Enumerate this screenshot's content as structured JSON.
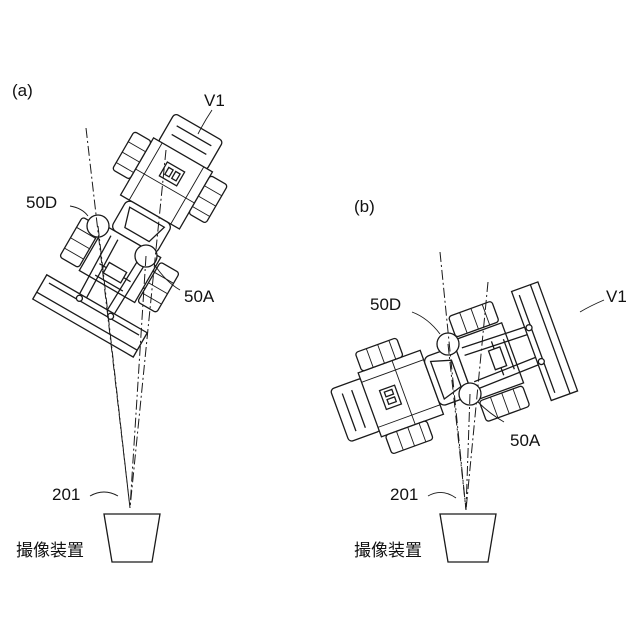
{
  "panel_a": {
    "label": "(a)",
    "vehicle_label": "V1",
    "sensor_left_label": "50D",
    "sensor_right_label": "50A",
    "camera_label": "201",
    "camera_caption": "撮像装置"
  },
  "panel_b": {
    "label": "(b)",
    "vehicle_label": "V1",
    "sensor_left_label": "50D",
    "sensor_right_label": "50A",
    "camera_label": "201",
    "camera_caption": "撮像装置"
  },
  "colors": {
    "ink": "#111111",
    "paper": "#ffffff"
  }
}
